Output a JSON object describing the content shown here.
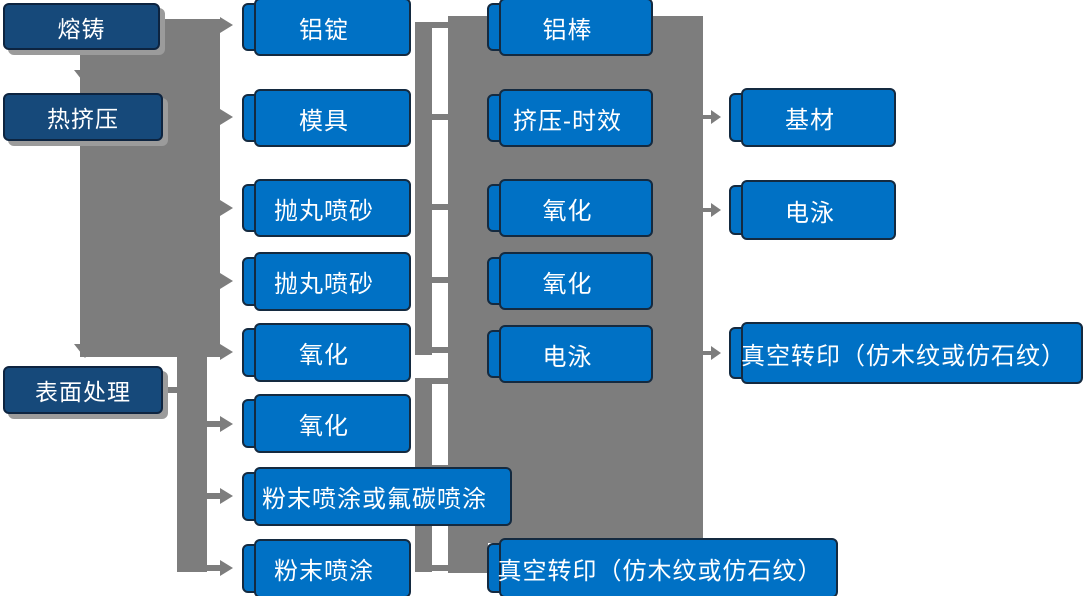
{
  "diagram_type": "process-flowchart",
  "language": "zh-CN",
  "colors": {
    "box_blue": "#0071C5",
    "box_dark_blue": "#16497A",
    "box_border": "#142A40",
    "connector_gray": "#7D7D7D",
    "shadow_gray": "#9B9B9B",
    "text": "#FFFFFF",
    "background": "#FFFFFF"
  },
  "labels": {
    "melt": "熔铸",
    "hot_extrusion": "热挤压",
    "surface_treatment": "表面处理",
    "al_ingot": "铝锭",
    "mold": "模具",
    "shot_blast_1": "抛丸喷砂",
    "shot_blast_2": "抛丸喷砂",
    "oxidation_1": "氧化",
    "oxidation_2": "氧化",
    "powder_or_fluorocarbon": "粉末喷涂或氟碳喷涂",
    "powder": "粉末喷涂",
    "al_rod": "铝棒",
    "extrusion_aging": "挤压-时效",
    "oxidation_3": "氧化",
    "oxidation_4": "氧化",
    "electrophoresis_1": "电泳",
    "vacuum_transfer_1": "真空转印（仿木纹或仿石纹）",
    "base_material": "基材",
    "electrophoresis_2": "电泳",
    "vacuum_transfer_2": "真空转印（仿木纹或仿石纹）"
  },
  "edges": [
    {
      "from": "熔铸",
      "to": "热挤压"
    },
    {
      "from": "热挤压",
      "to": "表面处理"
    },
    {
      "from": "熔铸/热挤压流程",
      "to": "铝锭"
    },
    {
      "from": "熔铸/热挤压流程",
      "to": "模具"
    },
    {
      "from": "熔铸/热挤压流程",
      "to": "抛丸喷砂"
    },
    {
      "from": "熔铸/热挤压流程",
      "to": "抛丸喷砂"
    },
    {
      "from": "熔铸/热挤压流程",
      "to": "氧化"
    },
    {
      "from": "表面处理",
      "to": "氧化"
    },
    {
      "from": "表面处理",
      "to": "粉末喷涂或氟碳喷涂"
    },
    {
      "from": "表面处理",
      "to": "粉末喷涂"
    },
    {
      "from": "挤压-时效",
      "to": "基材"
    },
    {
      "from": "氧化",
      "to": "电泳"
    },
    {
      "from": "电泳",
      "to": "真空转印（仿木纹或仿石纹）"
    }
  ]
}
